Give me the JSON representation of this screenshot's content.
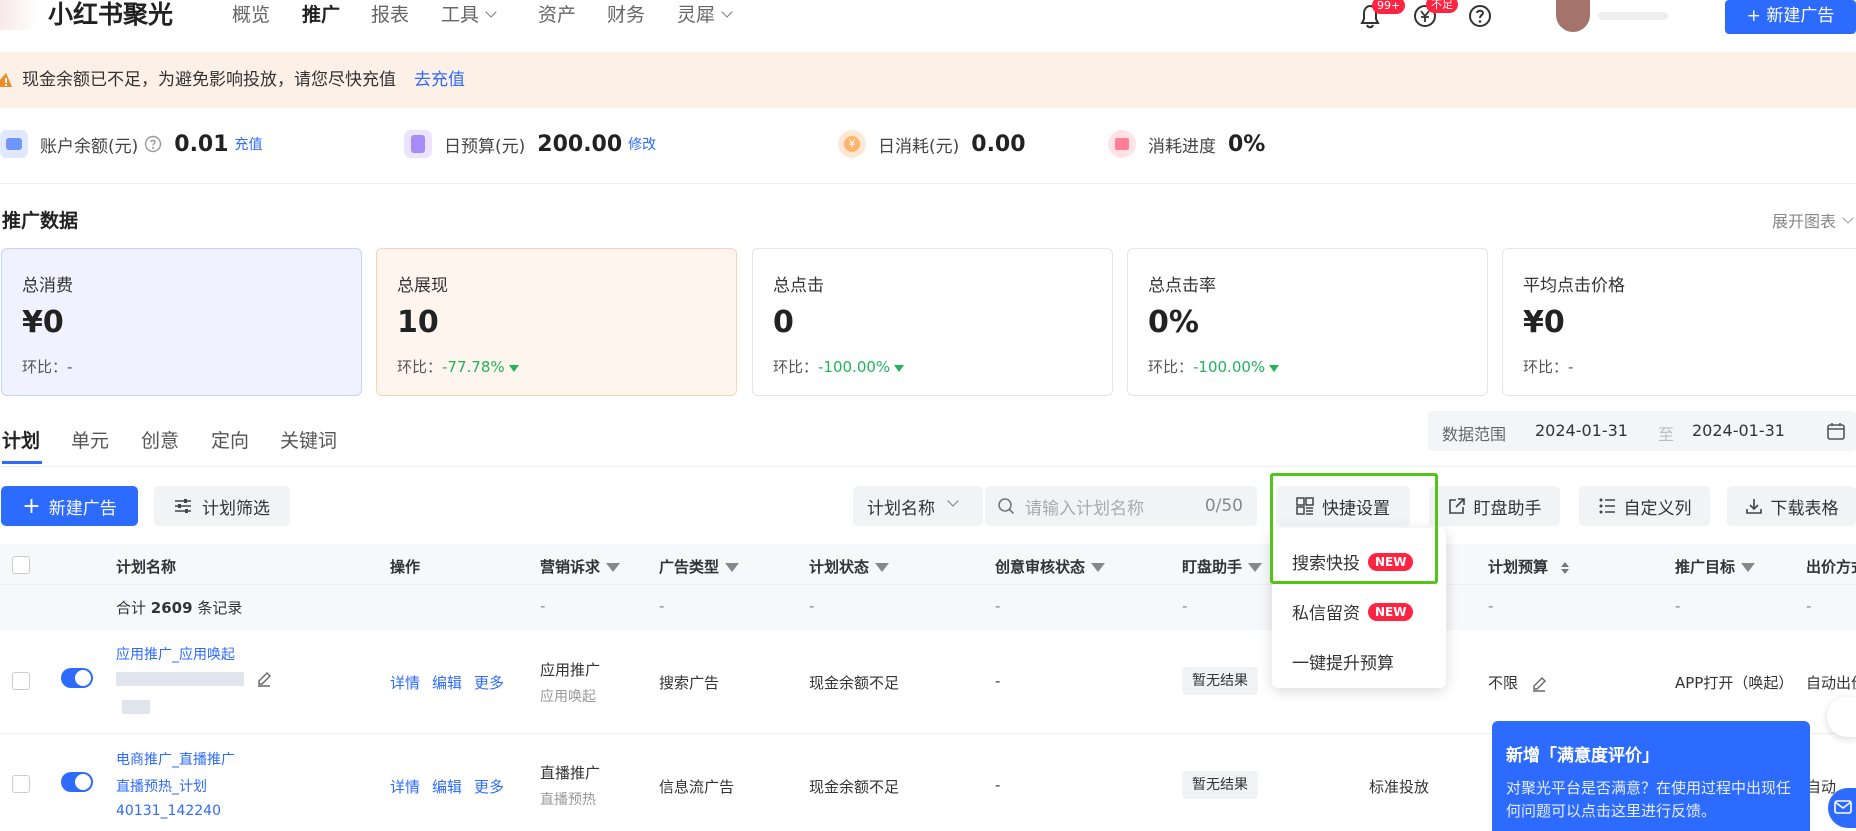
{
  "header": {
    "app_title": "小红书聚光",
    "nav": [
      "概览",
      "推广",
      "报表",
      "工具",
      "资产",
      "财务",
      "灵犀"
    ],
    "notif_badge": "99+",
    "coin_badge": "不足",
    "new_ad_button": "+ 新建广告"
  },
  "warning": {
    "text": "现金余额已不足，为避免影响投放，请您尽快充值",
    "link": "去充值"
  },
  "stats": {
    "balance_label": "账户余额(元)",
    "balance_value": "0.01",
    "balance_link": "充值",
    "budget_label": "日预算(元)",
    "budget_value": "200.00",
    "budget_link": "修改",
    "spend_label": "日消耗(元)",
    "spend_value": "0.00",
    "progress_label": "消耗进度",
    "progress_value": "0%"
  },
  "promo": {
    "title": "推广数据",
    "expand_chart": "展开图表",
    "cards": [
      {
        "title": "总消费",
        "value": "¥0",
        "cmp_label": "环比：",
        "cmp_value": "-"
      },
      {
        "title": "总展现",
        "value": "10",
        "cmp_label": "环比：",
        "cmp_value": "-77.78%"
      },
      {
        "title": "总点击",
        "value": "0",
        "cmp_label": "环比：",
        "cmp_value": "-100.00%"
      },
      {
        "title": "总点击率",
        "value": "0%",
        "cmp_label": "环比：",
        "cmp_value": "-100.00%"
      },
      {
        "title": "平均点击价格",
        "value": "¥0",
        "cmp_label": "环比：",
        "cmp_value": "-"
      }
    ]
  },
  "tabs": [
    "计划",
    "单元",
    "创意",
    "定向",
    "关键词"
  ],
  "date_range": {
    "label": "数据范围",
    "start": "2024-01-31",
    "sep": "至",
    "end": "2024-01-31"
  },
  "toolbar": {
    "new_ad": "新建广告",
    "plan_filter": "计划筛选",
    "search_field_select": "计划名称",
    "search_placeholder": "请输入计划名称",
    "search_count": "0/50",
    "quick_settings": "快捷设置",
    "monitor": "盯盘助手",
    "custom_cols": "自定义列",
    "download": "下载表格"
  },
  "quick_menu": {
    "items": [
      "搜索快投",
      "私信留资",
      "一键提升预算"
    ],
    "new_tag": "NEW"
  },
  "table": {
    "headers": [
      "计划名称",
      "操作",
      "营销诉求",
      "广告类型",
      "计划状态",
      "创意审核状态",
      "盯盘助手",
      "计划预算",
      "推广目标",
      "出价方式"
    ],
    "total_label": "合计",
    "total_count": "2609",
    "total_suffix": "条记录",
    "dash": "-",
    "rows": [
      {
        "name_line1": "应用推广_应用唤起",
        "actions": [
          "详情",
          "编辑",
          "更多"
        ],
        "demand_main": "应用推广",
        "demand_sub": "应用唤起",
        "ad_type": "搜索广告",
        "status": "现金余额不足",
        "audit": "-",
        "monitor": "暂无结果",
        "budget": "不限",
        "target": "APP打开（唤起）",
        "bid": "自动出价"
      },
      {
        "name_line1": "电商推广_直播推广",
        "name_line2": "直播预热_计划",
        "name_line3": "40131_142240",
        "actions": [
          "详情",
          "编辑",
          "更多"
        ],
        "demand_main": "直播推广",
        "demand_sub": "直播预热",
        "ad_type": "信息流广告",
        "status": "现金余额不足",
        "audit": "-",
        "monitor": "暂无结果",
        "delivery": "标准投放",
        "bid": "自动"
      }
    ]
  },
  "feedback": {
    "title": "新增「满意度评价」",
    "body": "对聚光平台是否满意？在使用过程中出现任何问题可以点击这里进行反馈。"
  },
  "colors": {
    "primary": "#2d6bff",
    "danger": "#ff2442",
    "success": "#20b45b",
    "warning_bg": "#fdf0e7",
    "highlight": "#52c41a"
  }
}
